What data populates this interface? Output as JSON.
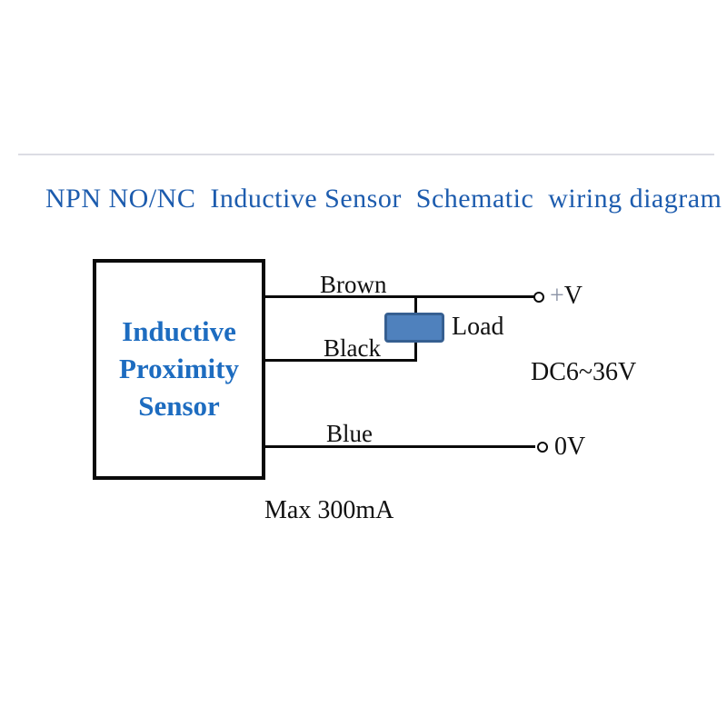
{
  "title": "NPN NO/NC  Inductive Sensor  Schematic  wiring diagram",
  "sensor_box": {
    "line1": "Inductive",
    "line2": "Proximity",
    "line3": "Sensor"
  },
  "wires": {
    "brown": {
      "label": "Brown"
    },
    "black": {
      "label": "Black"
    },
    "blue": {
      "label": "Blue"
    }
  },
  "load": {
    "label": "Load",
    "fill_color": "#4f81bd",
    "border_color": "#365f91"
  },
  "terminals": {
    "positive": {
      "plus": "+",
      "v": "V"
    },
    "ground": "0V"
  },
  "annotations": {
    "voltage_range": "DC6~36V",
    "max_current": "Max 300mA"
  },
  "colors": {
    "title_blue": "#1d5cae",
    "sensor_text_blue": "#1d6cc0",
    "wire_black": "#0a0a0a"
  }
}
